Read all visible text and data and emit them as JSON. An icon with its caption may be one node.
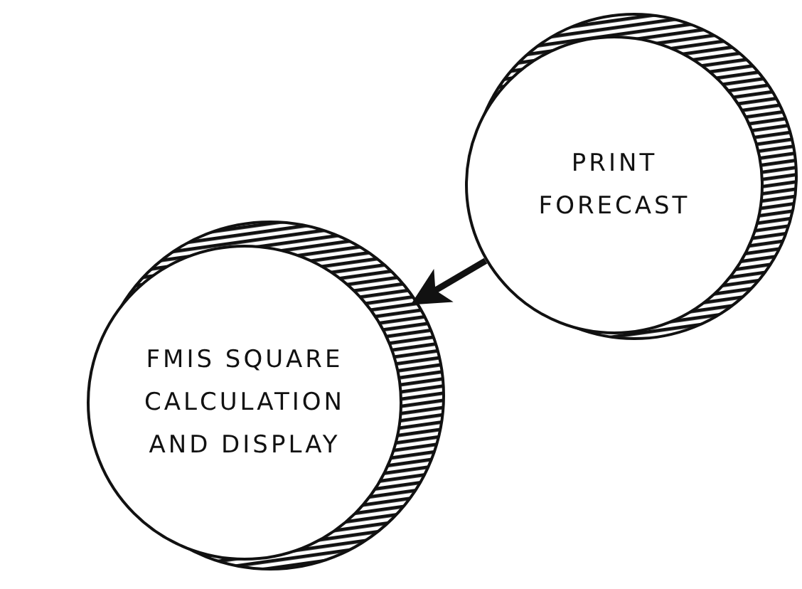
{
  "diagram": {
    "nodes": [
      {
        "text": [
          "PRINT FORECAST"
        ]
      },
      {
        "text": [
          "FMIS SQUARE CALCULATION AND DISPLAY"
        ]
      }
    ],
    "edges": [
      {
        "from": 0,
        "to": 1,
        "arrow": "to"
      }
    ]
  }
}
